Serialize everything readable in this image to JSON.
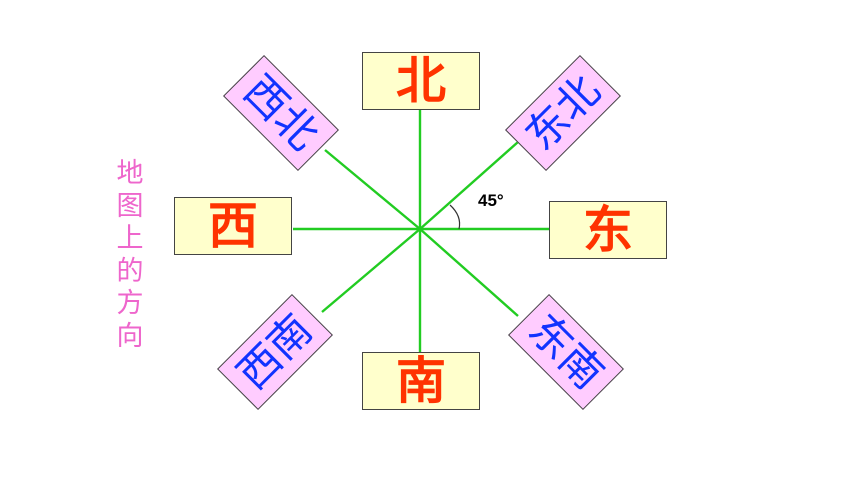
{
  "title": "地图上的方向",
  "angle_label": "45°",
  "directions": {
    "north": "北",
    "south": "南",
    "west": "西",
    "east": "东",
    "northwest": "西北",
    "northeast": "东北",
    "southwest": "西南",
    "southeast": "东南"
  },
  "colors": {
    "title": "#ee66cc",
    "line": "#22cc22",
    "cardinal_text": "#ff3300",
    "cardinal_fill": "#ffffcc",
    "diagonal_text": "#1133ff",
    "diagonal_fill": "#ffccff",
    "angle_arc": "#333333"
  }
}
